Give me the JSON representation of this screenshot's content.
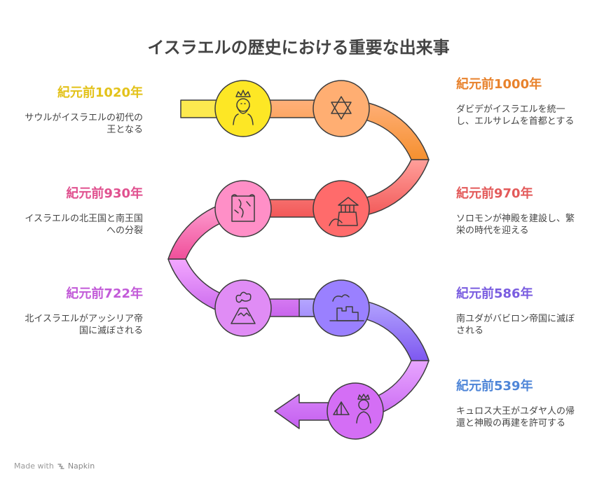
{
  "title": "イスラエルの歴史における重要な出来事",
  "events": [
    {
      "year": "紀元前1020年",
      "desc": "サウルがイスラエルの初代の王となる",
      "side": "left",
      "color": "#e3c21a",
      "icon": "crowned-king-icon"
    },
    {
      "year": "紀元前1000年",
      "desc": "ダビデがイスラエルを統一し、エルサレムを首都とする",
      "side": "right",
      "color": "#e8822c",
      "icon": "star-of-david-icon"
    },
    {
      "year": "紀元前970年",
      "desc": "ソロモンが神殿を建設し、繁栄の時代を迎える",
      "side": "right",
      "color": "#e35a5a",
      "icon": "temple-icon"
    },
    {
      "year": "紀元前930年",
      "desc": "イスラエルの北王国と南王国への分裂",
      "side": "left",
      "color": "#e0518f",
      "icon": "divided-map-icon"
    },
    {
      "year": "紀元前722年",
      "desc": "北イスラエルがアッシリア帝国に滅ぼされる",
      "side": "left",
      "color": "#c25ad8",
      "icon": "volcano-icon"
    },
    {
      "year": "紀元前586年",
      "desc": "南ユダがバビロン帝国に滅ぼされる",
      "side": "right",
      "color": "#7a5de0",
      "icon": "ruined-city-icon"
    },
    {
      "year": "紀元前539年",
      "desc": "キュロス大王がユダヤ人の帰還と神殿の再建を許可する",
      "side": "right",
      "color": "#4f86d8",
      "icon": "king-and-tent-icon"
    }
  ],
  "footer": {
    "prefix": "Made with",
    "brand": "Napkin"
  }
}
